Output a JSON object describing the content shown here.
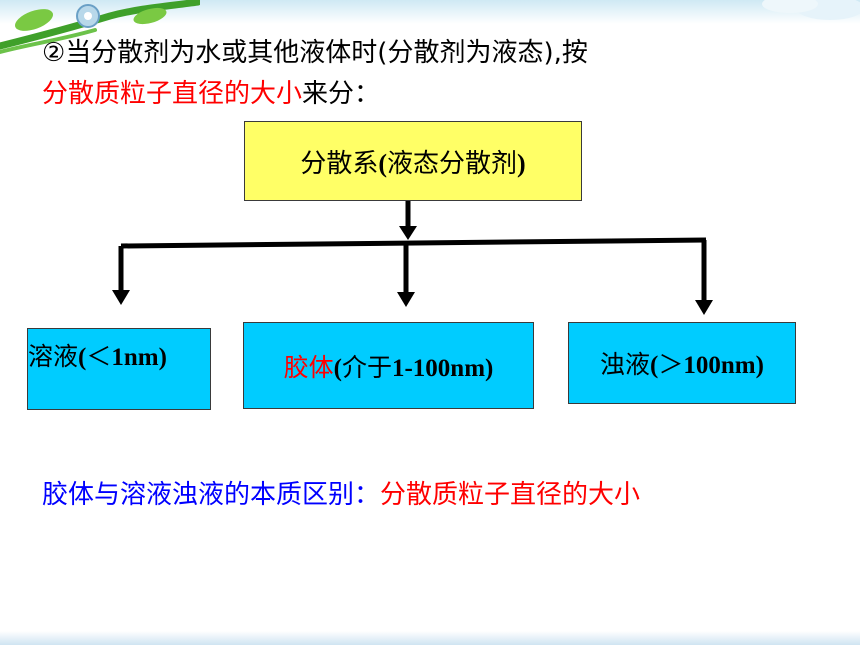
{
  "header": {
    "line1": "②当分散剂为水或其他液体时(分散剂为液态),按",
    "line2_red": "分散质粒子直径的大小",
    "line2_black": "来分："
  },
  "diagram": {
    "root": {
      "text_a": "分散系",
      "text_b": "(",
      "text_c": "液态分散剂",
      "text_d": ")"
    },
    "leaves": [
      {
        "name_a": "溶液",
        "name_b": "(",
        "name_c": "＜",
        "name_d": "1nm)"
      },
      {
        "name_red": "胶体",
        "name_b": "(",
        "name_c": "介于",
        "name_d": "1-100nm)"
      },
      {
        "name_a": "浊液",
        "name_b": "(",
        "name_c": "＞",
        "name_d": "100nm)"
      }
    ]
  },
  "footer": {
    "blue": "胶体与溶液浊液的本质区别：",
    "red": "分散质粒子直径的大小"
  },
  "colors": {
    "root_fill": "#ffff66",
    "leaf_fill": "#00ccff",
    "highlight": "#ff0000",
    "blue_text": "#0000ff"
  }
}
